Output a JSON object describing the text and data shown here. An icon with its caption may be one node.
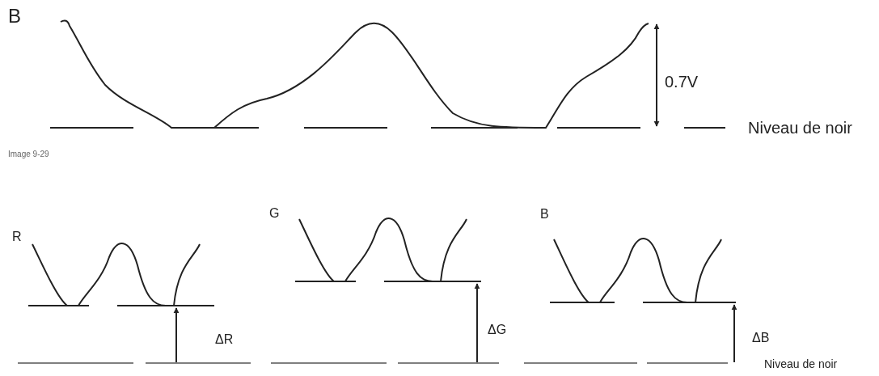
{
  "diagram": {
    "labels": [
      "B",
      "0.7V",
      "Niveau de noir",
      "Image 9-29",
      "G",
      "B",
      "R",
      "ΔR",
      "ΔG",
      "ΔB",
      "Niveau de noir"
    ]
  }
}
